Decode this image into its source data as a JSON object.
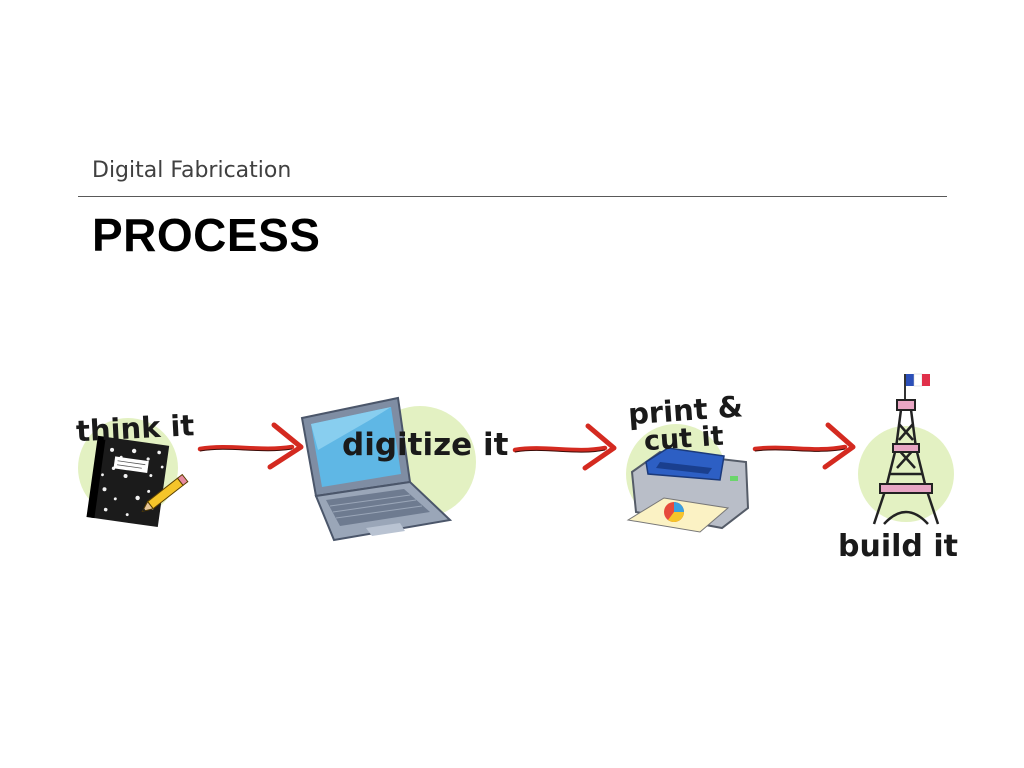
{
  "header": {
    "subtitle": "Digital Fabrication",
    "title": "PROCESS"
  },
  "steps": [
    {
      "label": "think it",
      "icon": "notebook-pencil-icon"
    },
    {
      "label": "digitize it",
      "icon": "laptop-icon"
    },
    {
      "label_line1": "print &",
      "label_line2": "cut it",
      "icon": "printer-icon"
    },
    {
      "label": "build it",
      "icon": "eiffel-tower-icon"
    }
  ],
  "colors": {
    "highlight_circle": "#e3f1c2",
    "arrow": "#d42a20"
  }
}
